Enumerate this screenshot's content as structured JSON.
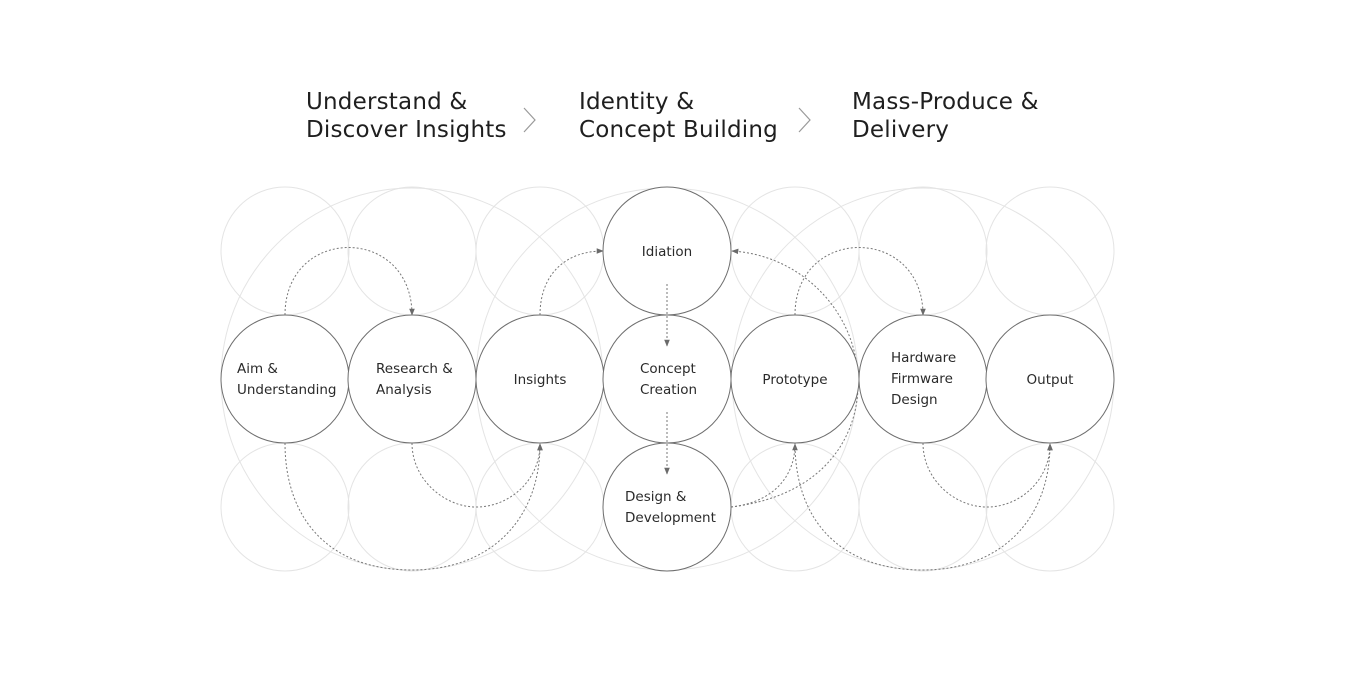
{
  "phases": [
    {
      "line1": "Understand &",
      "line2": "Discover Insights"
    },
    {
      "line1": "Identity &",
      "line2": "Concept Building"
    },
    {
      "line1": "Mass-Produce &",
      "line2": "Delivery"
    }
  ],
  "icons": {
    "phase_separator": "chevron-right-icon"
  },
  "colors": {
    "text": "#222222",
    "node_stroke": "#6e6e6e",
    "background_circle_stroke": "#e2e2e2",
    "arrow": "#6a6a6a"
  },
  "nodes": {
    "aim": {
      "lines": [
        "Aim &",
        "Understanding"
      ]
    },
    "research": {
      "lines": [
        "Research &",
        "Analysis"
      ]
    },
    "insights": {
      "lines": [
        "Insights"
      ]
    },
    "idiation": {
      "lines": [
        "Idiation"
      ]
    },
    "concept": {
      "lines": [
        "Concept",
        "Creation"
      ]
    },
    "design": {
      "lines": [
        "Design &",
        "Development"
      ]
    },
    "prototype": {
      "lines": [
        "Prototype"
      ]
    },
    "hardware": {
      "lines": [
        "Hardware",
        "Firmware",
        "Design"
      ]
    },
    "output": {
      "lines": [
        "Output"
      ]
    }
  }
}
